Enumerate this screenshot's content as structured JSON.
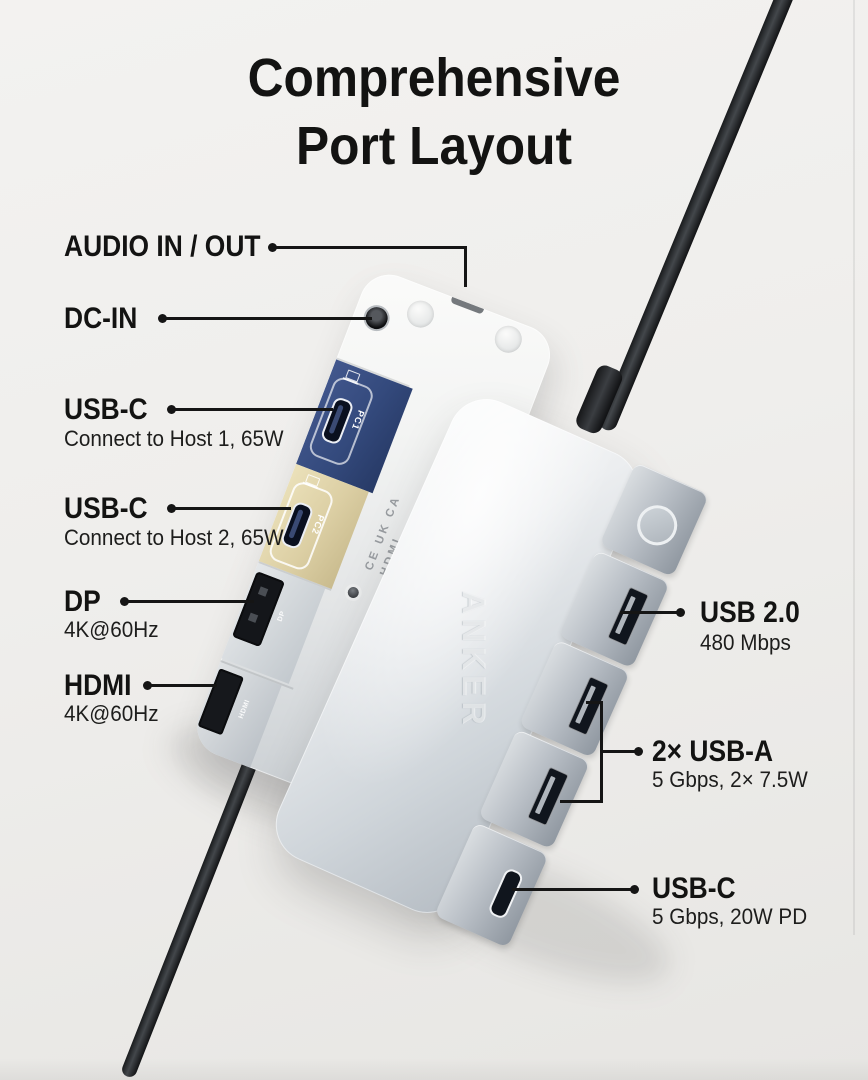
{
  "title": {
    "line1": "Comprehensive",
    "line2": "Port Layout"
  },
  "callouts": {
    "left": [
      {
        "label": "AUDIO IN / OUT",
        "sub": ""
      },
      {
        "label": "DC-IN",
        "sub": ""
      },
      {
        "label": "USB-C",
        "sub": "Connect to Host 1, 65W"
      },
      {
        "label": "USB-C",
        "sub": "Connect to Host 2, 65W"
      },
      {
        "label": "DP",
        "sub": "4K@60Hz"
      },
      {
        "label": "HDMI",
        "sub": "4K@60Hz"
      }
    ],
    "right": [
      {
        "label": "USB 2.0",
        "sub": "480 Mbps"
      },
      {
        "label": "2× USB-A",
        "sub": "5 Gbps, 2× 7.5W"
      },
      {
        "label": "USB-C",
        "sub": "5 Gbps, 20W PD"
      }
    ]
  },
  "device": {
    "brand": "ANKER",
    "host_port_1_label": "PC1",
    "host_port_2_label": "PC2",
    "dp_engraving": "DP",
    "hdmi_engraving": "HDMI",
    "cert_line1": "CE  UK CA",
    "cert_line2": "HDMI"
  },
  "colors": {
    "background": "#f0efec",
    "accent_navy": "#344a7d",
    "accent_beige": "#dccfa4",
    "callout_line": "#151515",
    "device_silver": "#cfd5da",
    "cable_black": "#1b1d1f"
  }
}
